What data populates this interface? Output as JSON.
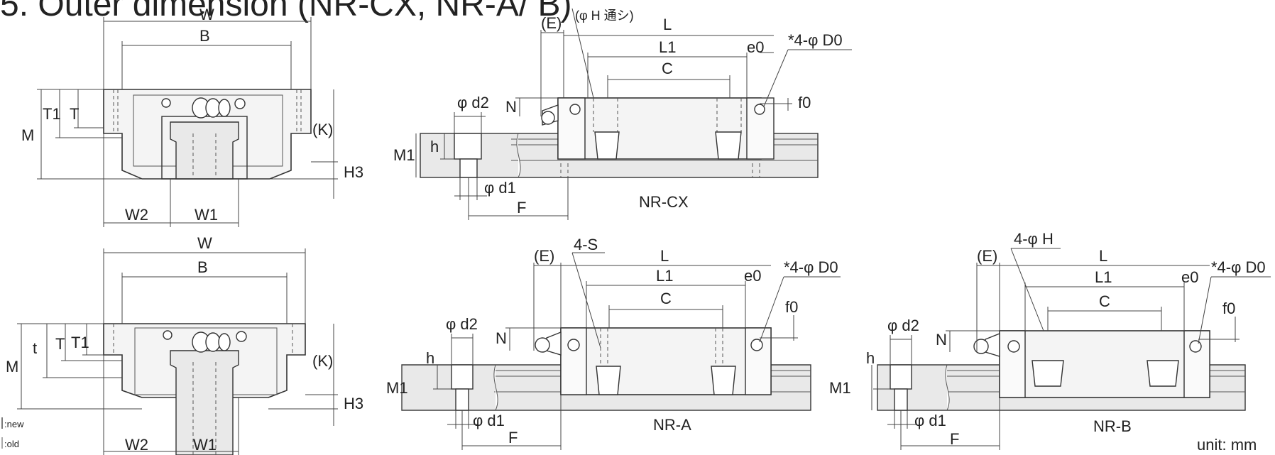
{
  "title": "5. Outer dimension (NR-CX, NR-A/ B)",
  "models": {
    "cx": "NR-CX",
    "a": "NR-A",
    "b": "NR-B"
  },
  "front_top": {
    "W": "W",
    "B": "B",
    "T1": "T1",
    "T": "T",
    "M": "M",
    "K": "(K)",
    "H3": "H3",
    "W2": "W2",
    "W1": "W1"
  },
  "front_bottom": {
    "W": "W",
    "B": "B",
    "t": "t",
    "T": "T",
    "T1": "T1",
    "M": "M",
    "K": "(K)",
    "H3": "H3",
    "W2": "W2",
    "W1": "W1"
  },
  "cx_labels": {
    "E": "(E)",
    "H": "(φ H 通シ)",
    "L": "L",
    "L1": "L1",
    "e0": "e0",
    "D0": "*4-φ D0",
    "C": "C",
    "d2": "φ d2",
    "N": "N",
    "f0": "f0",
    "h": "h",
    "M1": "M1",
    "d1": "φ d1",
    "F": "F"
  },
  "a_labels": {
    "E": "(E)",
    "S": "4-S",
    "L": "L",
    "L1": "L1",
    "e0": "e0",
    "D0": "*4-φ D0",
    "C": "C",
    "d2": "φ d2",
    "N": "N",
    "f0": "f0",
    "h": "h",
    "M1": "M1",
    "d1": "φ d1",
    "F": "F"
  },
  "b_labels": {
    "E": "(E)",
    "H": "4-φ H",
    "L": "L",
    "L1": "L1",
    "e0": "e0",
    "D0": "*4-φ D0",
    "C": "C",
    "d2": "φ d2",
    "N": "N",
    "f0": "f0",
    "h": "h",
    "M1": "M1",
    "d1": "φ d1",
    "F": "F"
  },
  "legend": {
    "new": ":new",
    "old": ":old"
  },
  "unit": "unit: mm"
}
